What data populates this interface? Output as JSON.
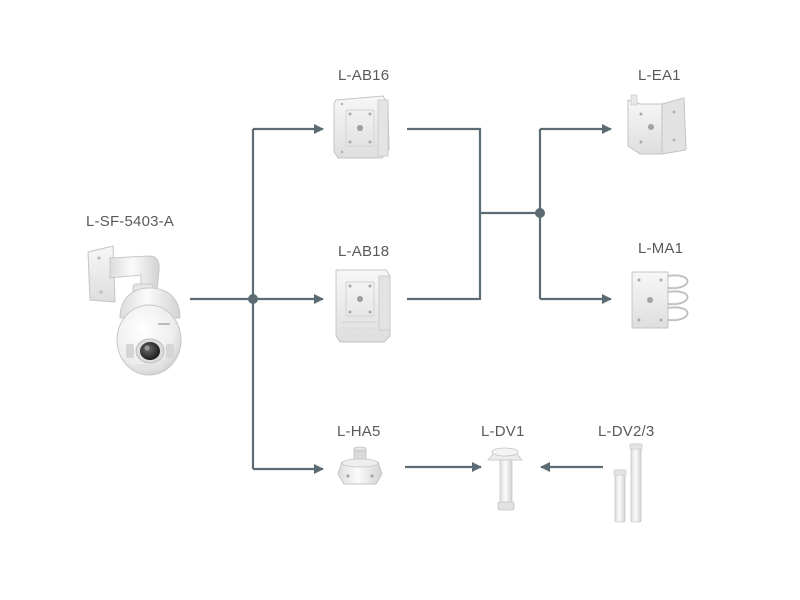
{
  "products": {
    "camera": {
      "model": "L-SF-5403-A"
    },
    "ab16": {
      "model": "L-AB16"
    },
    "ab18": {
      "model": "L-AB18"
    },
    "ha5": {
      "model": "L-HA5"
    },
    "dv1": {
      "model": "L-DV1"
    },
    "dv23": {
      "model": "L-DV2/3"
    },
    "ea1": {
      "model": "L-EA1"
    },
    "ma1": {
      "model": "L-MA1"
    }
  },
  "colors": {
    "connector": "#5d6c74",
    "label": "#5a5a5a",
    "product_body": "#f2f2f2",
    "product_edge": "#c4c4c4"
  },
  "connections": [
    {
      "from": "L-SF-5403-A",
      "to": "L-AB16"
    },
    {
      "from": "L-SF-5403-A",
      "to": "L-AB18"
    },
    {
      "from": "L-SF-5403-A",
      "to": "L-HA5"
    },
    {
      "from": "L-AB16",
      "to": "L-EA1"
    },
    {
      "from": "L-AB16",
      "to": "L-MA1"
    },
    {
      "from": "L-AB18",
      "to": "L-EA1"
    },
    {
      "from": "L-AB18",
      "to": "L-MA1"
    },
    {
      "from": "L-HA5",
      "to": "L-DV1"
    },
    {
      "from": "L-DV2/3",
      "to": "L-DV1"
    }
  ]
}
